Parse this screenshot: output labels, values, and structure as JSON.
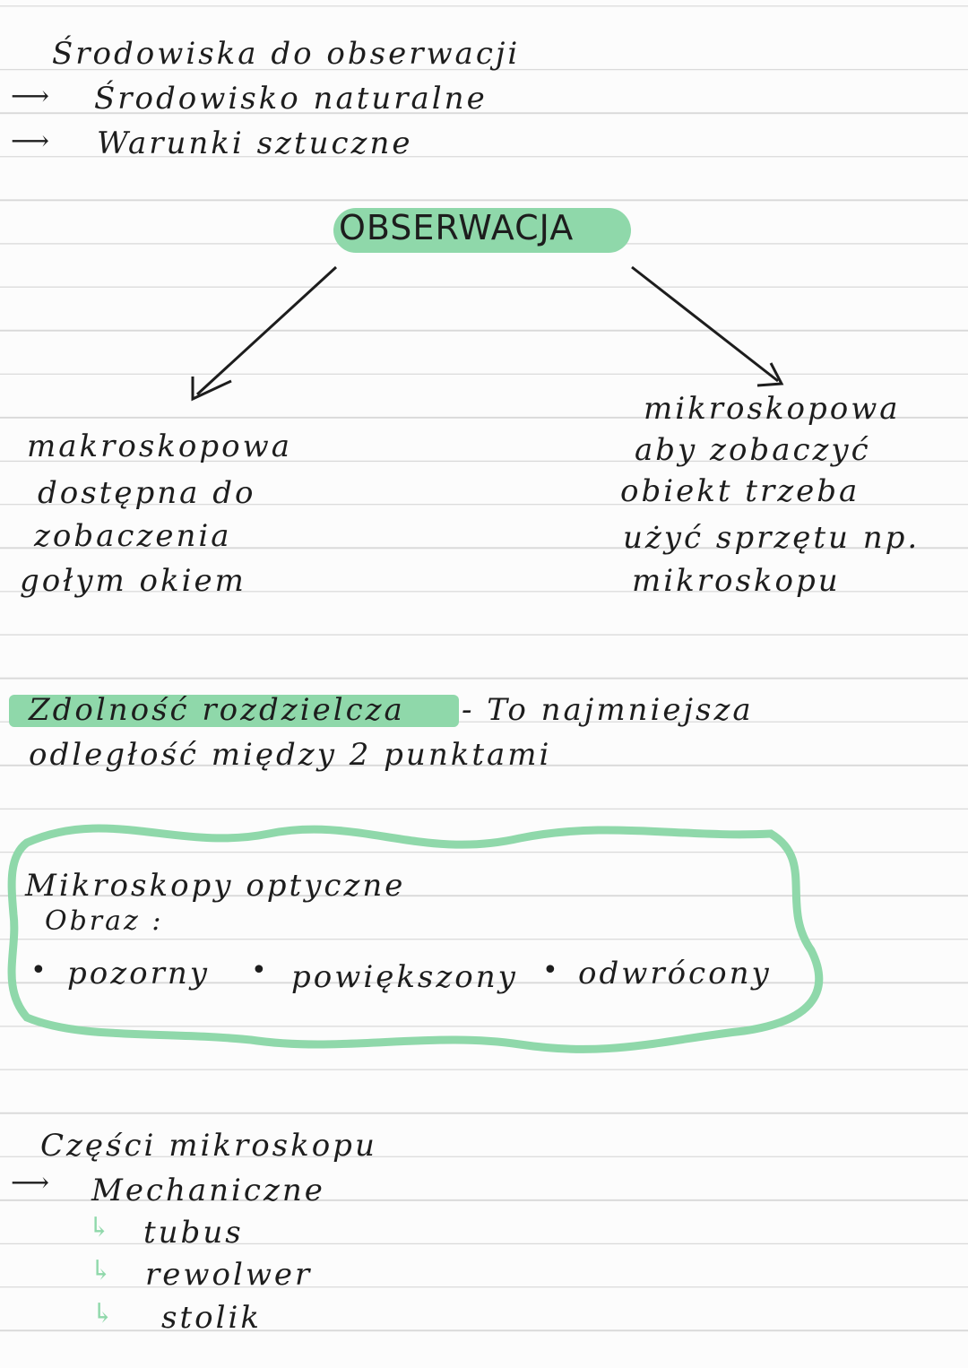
{
  "header": {
    "title": "Środowiska do obserwacji",
    "items": [
      "Środowisko naturalne",
      "Warunki sztuczne"
    ]
  },
  "center": {
    "title": "OBSERWACJA",
    "left": [
      "makroskopowa",
      "dostępna do",
      "zobaczenia",
      "gołym okiem"
    ],
    "right": [
      "mikroskopowa",
      "aby zobaczyć",
      "obiekt trzeba",
      "użyć sprzętu np.",
      "mikroskopu"
    ]
  },
  "definition": {
    "term": "Zdolność rozdzielcza",
    "line1": "- To najmniejsza",
    "line2": "odległość między 2 punktami"
  },
  "box": {
    "title": "Mikroskopy optyczne",
    "subtitle": "Obraz :",
    "bullets": [
      "pozorny",
      "powiększony",
      "odwrócony"
    ]
  },
  "parts": {
    "title": "Części mikroskopu",
    "category": "Mechaniczne",
    "items": [
      "tubus",
      "rewolwer",
      "stolik"
    ]
  },
  "colors": {
    "highlight": "#8fd8aa",
    "ink": "#1d1d1d"
  }
}
